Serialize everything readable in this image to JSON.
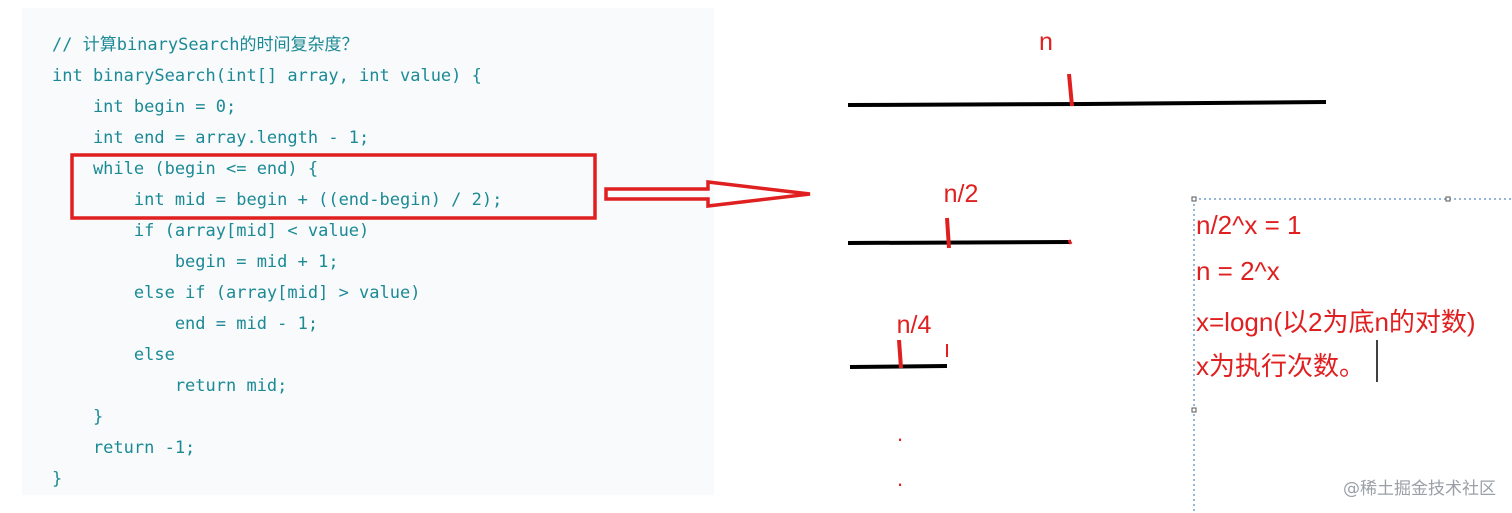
{
  "code": {
    "lines": [
      "// 计算binarySearch的时间复杂度？",
      "int binarySearch(int[] array, int value) {",
      "    int begin = 0;",
      "    int end = array.length - 1;",
      "    while (begin <= end) {",
      "        int mid = begin + ((end-begin) / 2);",
      "        if (array[mid] < value)",
      "            begin = mid + 1;",
      "        else if (array[mid] > value)",
      "            end = mid - 1;",
      "        else",
      "            return mid;",
      "    }",
      "    return -1;",
      "}"
    ],
    "text_color": "#1b8a95",
    "panel_color": "#f8fafc"
  },
  "diagram": {
    "labels": {
      "n": "n",
      "half": "n/2",
      "quarter": "n/4",
      "dot_1": ".",
      "dot_2": "."
    },
    "highlight_color": "#e02020",
    "line_color": "#000000"
  },
  "formulas": [
    "n/2^x = 1",
    "n = 2^x",
    "x=logn(以2为底n的对数)",
    "x为执行次数。"
  ],
  "watermark": "@稀土掘金技术社区"
}
